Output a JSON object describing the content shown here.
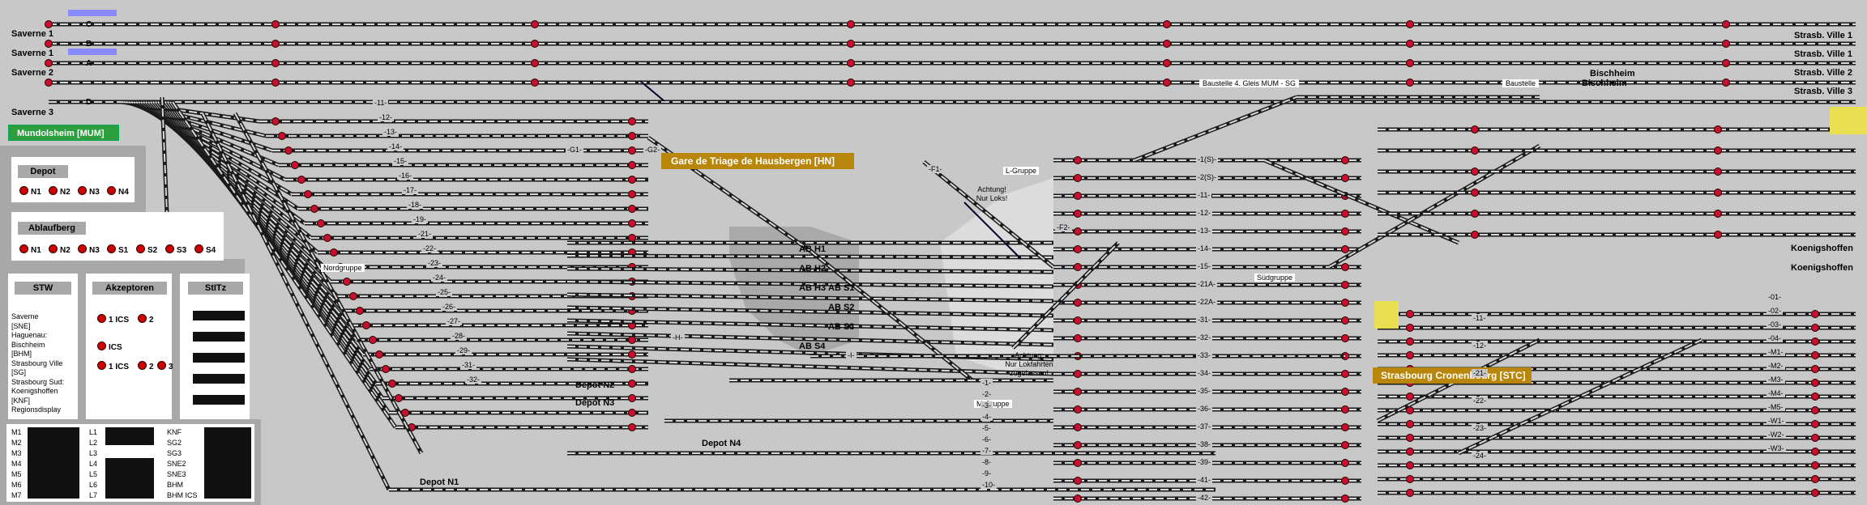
{
  "stations": {
    "left": [
      "Saverne 1",
      "Saverne 1",
      "Saverne 2",
      "Saverne 3"
    ],
    "right": [
      "Strasb. Ville 1",
      "Strasb. Ville 1",
      "Strasb. Ville 2",
      "Strasb. Ville 3"
    ],
    "bischheim": [
      "Bischheim",
      "Bischheim"
    ],
    "koenigshoffen": [
      "Koenigshoffen",
      "Koenigshoffen"
    ],
    "mundolsheim": "Mundolsheim [MUM]",
    "hausbergen": "Gare de Triage de Hausbergen    [HN]",
    "cronenbourg": "Strasbourg Cronenbourg [STC]"
  },
  "track_labels": [
    "C",
    "B",
    "A",
    "D"
  ],
  "groups": {
    "nord": "Nordgruppe",
    "sued": "Südgruppe",
    "l": "L-Gruppe",
    "m": "M-Gruppe"
  },
  "baustelle": [
    "Baustelle 4. Gleis   MUM - SG",
    "Baustelle"
  ],
  "notes": {
    "loks": "Achtung!\nNur Loks!",
    "lokfahrten": "Achtung:\nNur Lokfahrten\nzugelassen!"
  },
  "yard_signals": [
    "AB H1",
    "AB H2",
    "AB H3",
    "AB S1",
    "AB S2",
    "AB S3",
    "AB S4"
  ],
  "depots": [
    "Depot N2",
    "Depot N3",
    "Depot N4",
    "Depot N1"
  ],
  "track_numbers_left": [
    "-11-",
    "-12-",
    "-13-",
    "-14-",
    "-15-",
    "-16-",
    "-17-",
    "-18-",
    "-19-",
    "-21-",
    "-22-",
    "-23-",
    "-24-",
    "-25-",
    "-26-",
    "-27-",
    "-28-",
    "-29-",
    "-31-",
    "-32-"
  ],
  "track_numbers_right": [
    "-1(S)-",
    "-2(S)-",
    "-11-",
    "-12-",
    "-13-",
    "-14-",
    "-15-",
    "-21A-",
    "-22A-",
    "-31-",
    "-32-",
    "-33-",
    "-34-",
    "-35-",
    "-36-",
    "-37-",
    "-38-",
    "-39-",
    "-41-",
    "-42-",
    "-5-",
    "-6-",
    "-7-",
    "-8-"
  ],
  "stc_tracks": [
    "-01-",
    "-02-",
    "-03-",
    "-04-",
    "-M1-",
    "-M2-",
    "-M3-",
    "-M4-",
    "-M5-",
    "-W1-",
    "-W2-",
    "-W3-",
    "-11-",
    "-12-",
    "-21-",
    "-22-",
    "-23-",
    "-24-"
  ],
  "misc_labels": [
    "-G1-",
    "-G2-",
    "-H-",
    "-F1-",
    "-F2-",
    "-I-",
    "-1-",
    "-2-",
    "-3-",
    "-4-",
    "-5-",
    "-6-",
    "-7-",
    "-8-",
    "-9-",
    "-10-"
  ],
  "depot_panel": {
    "title": "Depot",
    "items": [
      "N1",
      "N2",
      "N3",
      "N4"
    ]
  },
  "ablauf_panel": {
    "title": "Ablaufberg",
    "items": [
      "N1",
      "N2",
      "N3",
      "S1",
      "S2",
      "S3",
      "S4"
    ]
  },
  "stw_panel": {
    "title": "STW",
    "lines": [
      "Saverne",
      "[SNE]",
      "Haguenau:",
      "Bischheim",
      "[BHM]",
      "Strasbourg Ville",
      "[SG]",
      "Strasbourg Sud:",
      "Koenigshoffen",
      "[KNF]",
      "Regionsdisplay"
    ]
  },
  "akz_panel": {
    "title": "Akzeptoren",
    "items": [
      "1 ICS",
      "2",
      "ICS",
      "1 ICS",
      "2",
      "3"
    ]
  },
  "stitz_panel": {
    "title": "StITz"
  },
  "counters": {
    "m": [
      "M1",
      "M2",
      "M3",
      "M4",
      "M5",
      "M6",
      "M7"
    ],
    "l": [
      "L1",
      "L2",
      "L3",
      "L4",
      "L5",
      "L6",
      "L7"
    ],
    "k": [
      "KNF",
      "SG2",
      "SG3",
      "SNE2",
      "SNE3",
      "BHM",
      "BHM ICS"
    ]
  }
}
